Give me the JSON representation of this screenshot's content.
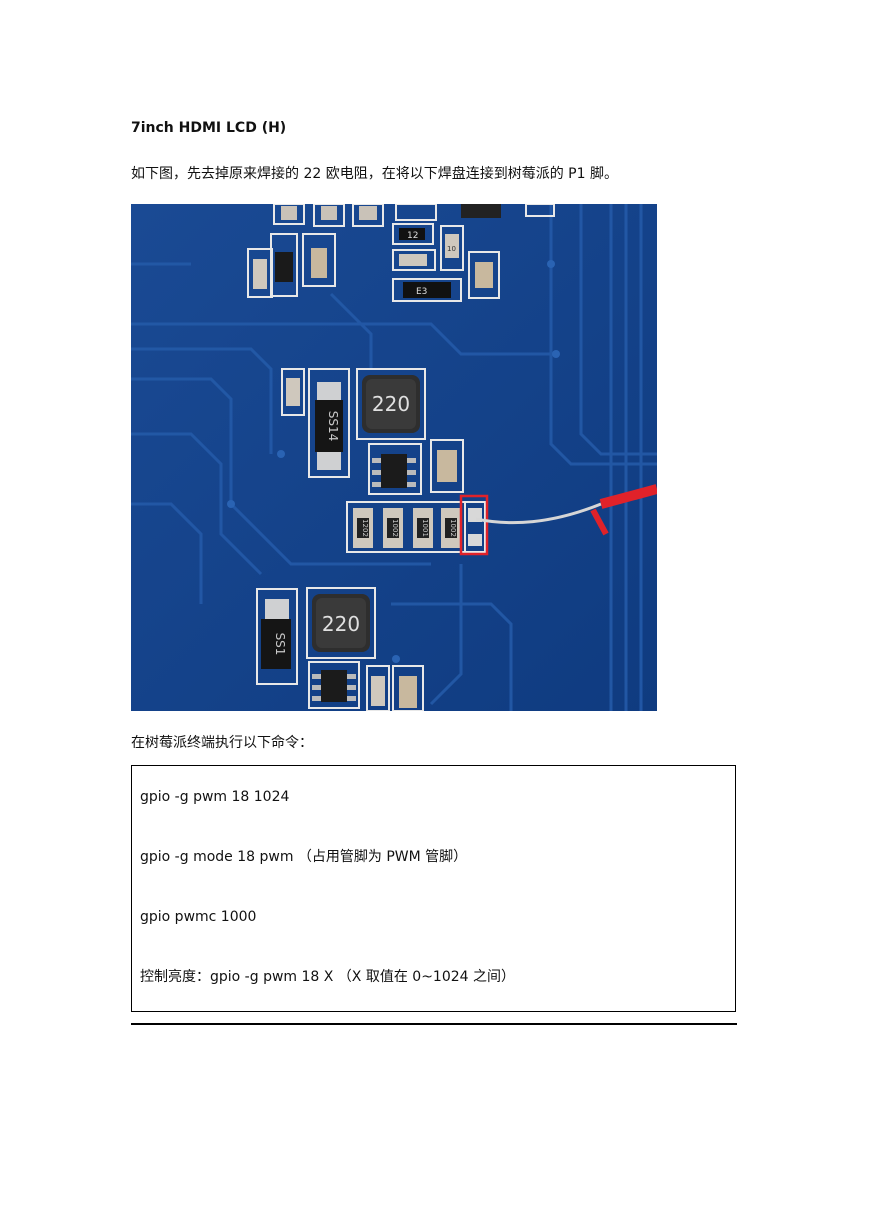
{
  "heading": "7inch HDMI LCD (H)",
  "intro": "如下图，先去掉原来焊接的 22 欧电阻，在将以下焊盘连接到树莓派的 P1 脚。",
  "photo": {
    "inductor_label_1": "220",
    "inductor_label_2": "220",
    "diode_label_1": "SS14",
    "diode_label_2": "SS1",
    "resistor_labels": [
      "1202",
      "1002",
      "1001",
      "1002"
    ],
    "top_label_1": "12",
    "top_label_2": "E3",
    "top_label_3": "10"
  },
  "command_intro": "在树莓派终端执行以下命令：",
  "commands": [
    "gpio -g pwm 18 1024",
    "gpio -g mode 18 pwm （占用管脚为 PWM 管脚）",
    "gpio pwmc 1000",
    "控制亮度：gpio -g pwm 18 X （X 取值在 0~1024 之间）"
  ]
}
